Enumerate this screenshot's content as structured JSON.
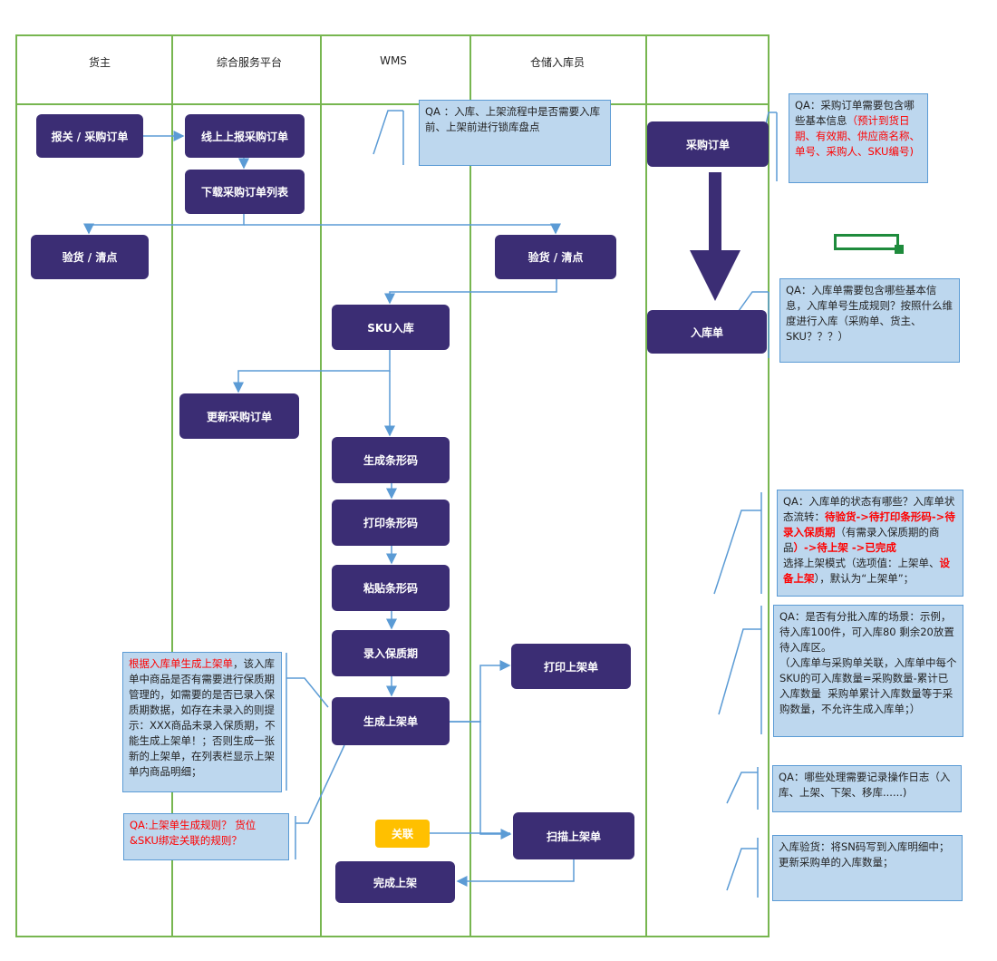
{
  "lanes": {
    "owner": "货主",
    "platform": "综合服务平台",
    "wms": "WMS",
    "clerk": "仓储入库员",
    "blank": ""
  },
  "nodes": {
    "customs_po": "报关 / 采购订单",
    "online_po": "线上上报采购订单",
    "download_po_list": "下载采购订单列表",
    "inspect_left": "验货 / 清点",
    "inspect_right": "验货 / 清点",
    "sku_inbound": "SKU入库",
    "update_po": "更新采购订单",
    "gen_barcode": "生成条形码",
    "print_barcode": "打印条形码",
    "paste_barcode": "粘贴条形码",
    "enter_shelf_life": "录入保质期",
    "gen_shelf_order": "生成上架单",
    "print_shelf_order": "打印上架单",
    "scan_shelf_order": "扫描上架单",
    "finish_shelf": "完成上架",
    "link_tag": "关联",
    "purchase_order": "采购订单",
    "inbound_order": "入库单"
  },
  "notes": {
    "qa_lock_inventory": "QA ：入库、上架流程中是否需要入库前、上架前进行锁库盘点",
    "qa_po_info_prefix": "QA：采购订单需要包含哪些基本信息",
    "qa_po_info_red": "（预计到货日期、有效期、供应商名称、单号、采购人、SKU编号)",
    "qa_inbound_info": "QA：入库单需要包含哪些基本信息，入库单号生成规则？按照什么维度进行入库（采购单、货主、SKU？？？）",
    "qa_status_1": "QA：入库单的状态有哪些？入库单状态流转：",
    "qa_status_2": "待验货->待打印条形码->待录入保质期",
    "qa_status_3": "（有需录入保质期的商品",
    "qa_status_4": "）->待上架 ->已完成",
    "qa_status_5": "选择上架模式（选项值：上架单、",
    "qa_status_6": "设备上架",
    "qa_status_7": "），默认为“上架单”；",
    "qa_batch": "QA：是否有分批入库的场景：示例，待入库100件，可入库80 剩余20放置待入库区。\n（入库单与采购单关联，入库单中每个SKU的可入库数量=采购数量-累计已入库数量  采购单累计入库数量等于采购数量，不允许生成入库单；）",
    "qa_log": "QA：哪些处理需要记录操作日志（入库、上架、下架、移库......)",
    "inbound_check": "入库验货：将SN码写到入库明细中；更新采购单的入库数量；",
    "shelf_rule_red": "根据入库单生成上架单",
    "shelf_rule_rest": "，该入库单中商品是否有需要进行保质期管理的，如需要的是否已录入保质期数据，如存在未录入的则提示：XXX商品未录入保质期，不能生成上架单！；否则生成一张新的上架单，在列表栏显示上架单内商品明细；",
    "qa_shelf_binding": "QA:上架单生成规则？ 货位&SKU绑定关联的规则？"
  },
  "colors": {
    "lane_border": "#77b650",
    "node_fill": "#3b2d74",
    "note_fill": "#bdd7ee",
    "note_border": "#5b9bd5",
    "arrow": "#5b9bd5",
    "tag_yellow": "#ffc000",
    "alert_red": "#ff0000"
  }
}
